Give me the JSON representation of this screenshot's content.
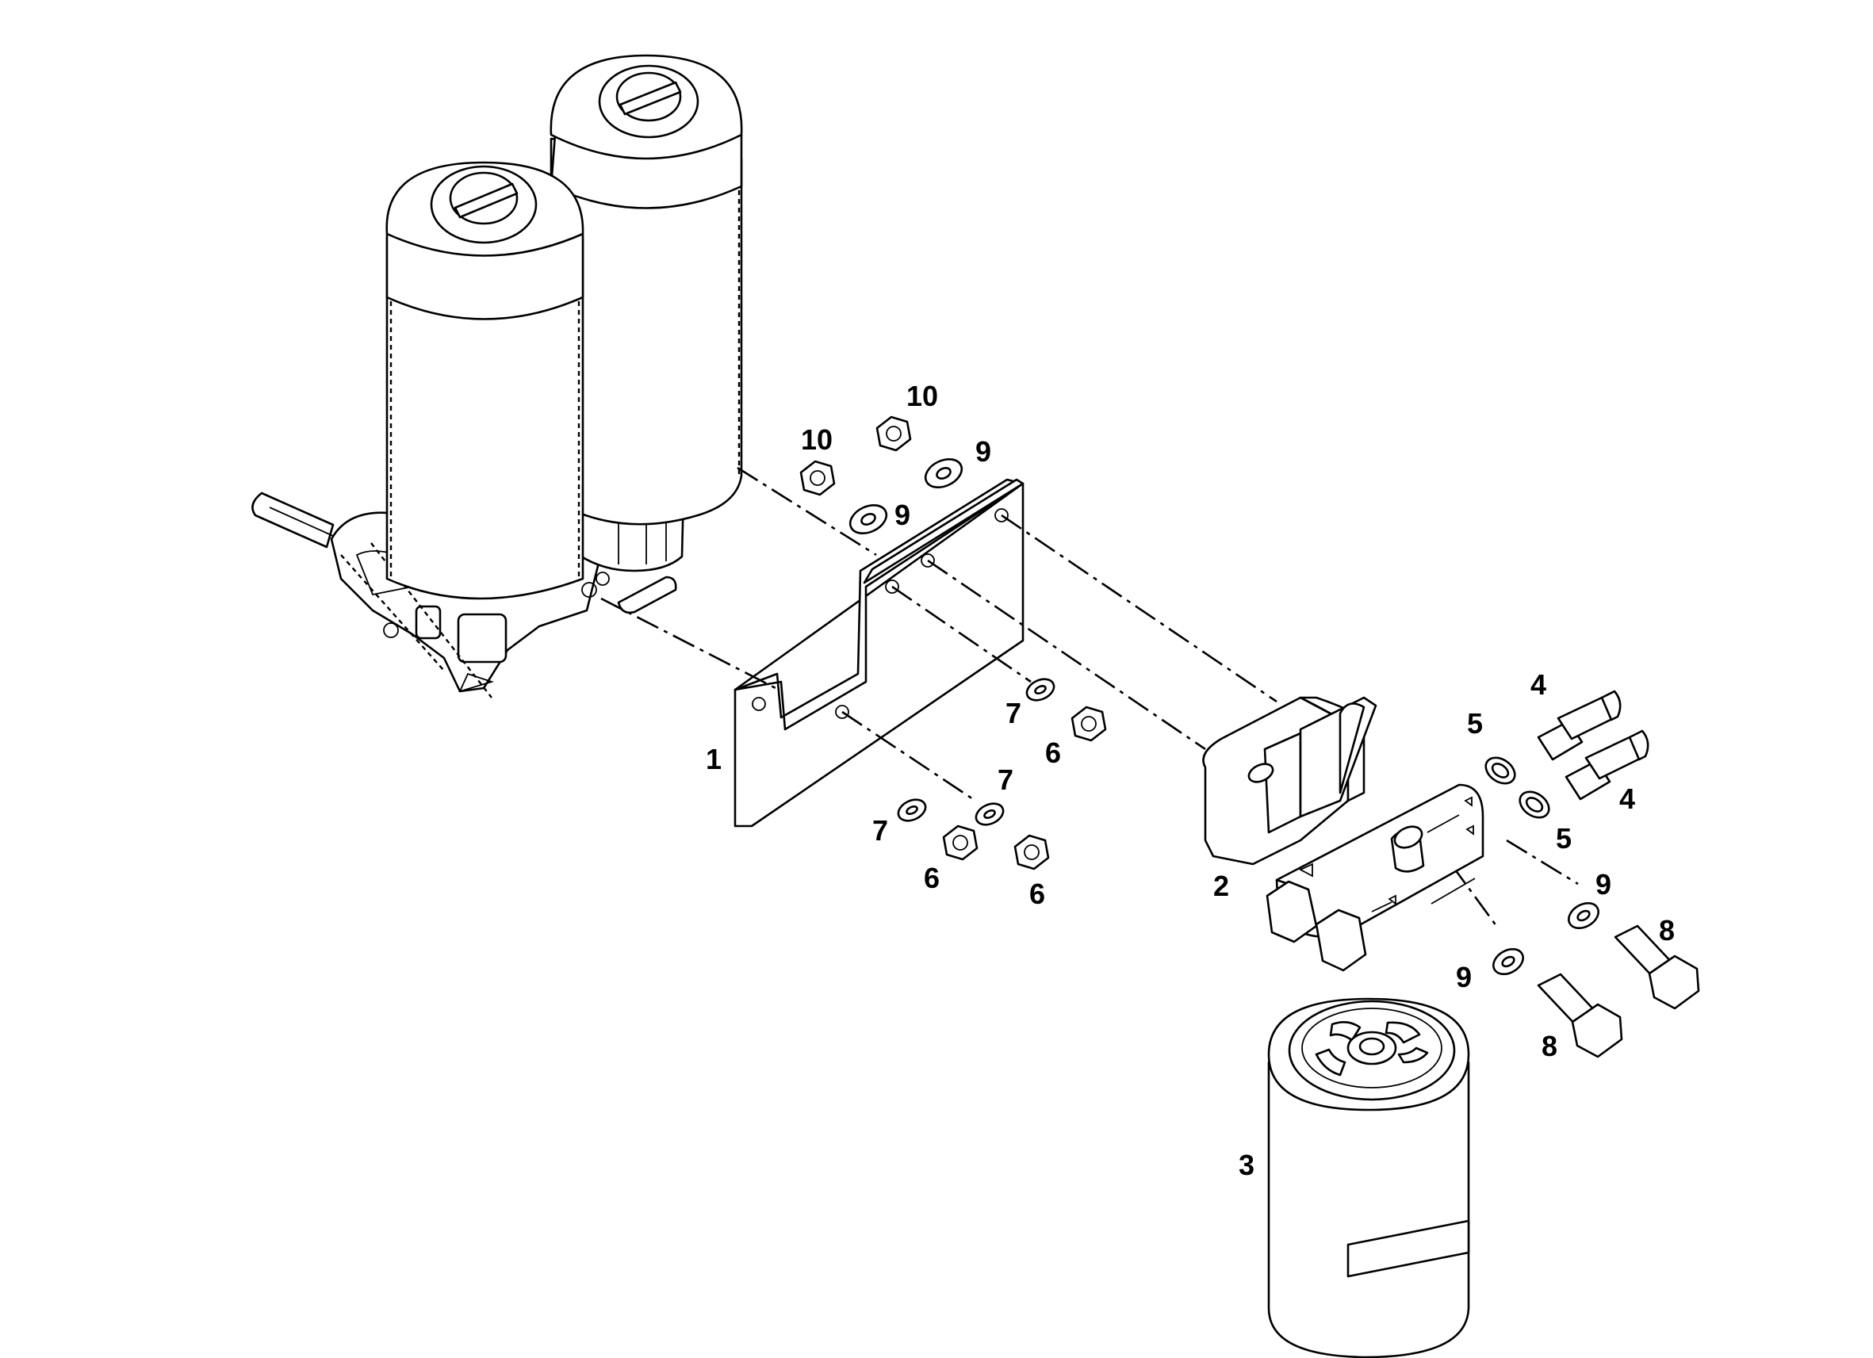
{
  "diagram": {
    "type": "exploded-parts-view",
    "callouts": [
      {
        "id": "c1",
        "text": "1"
      },
      {
        "id": "c2",
        "text": "2"
      },
      {
        "id": "c3",
        "text": "3"
      },
      {
        "id": "c4a",
        "text": "4"
      },
      {
        "id": "c4b",
        "text": "4"
      },
      {
        "id": "c5a",
        "text": "5"
      },
      {
        "id": "c5b",
        "text": "5"
      },
      {
        "id": "c6a",
        "text": "6"
      },
      {
        "id": "c6b",
        "text": "6"
      },
      {
        "id": "c6c",
        "text": "6"
      },
      {
        "id": "c7a",
        "text": "7"
      },
      {
        "id": "c7b",
        "text": "7"
      },
      {
        "id": "c7c",
        "text": "7"
      },
      {
        "id": "c8a",
        "text": "8"
      },
      {
        "id": "c8b",
        "text": "8"
      },
      {
        "id": "c9a",
        "text": "9"
      },
      {
        "id": "c9b",
        "text": "9"
      },
      {
        "id": "c9c",
        "text": "9"
      },
      {
        "id": "c9d",
        "text": "9"
      },
      {
        "id": "c10a",
        "text": "10"
      },
      {
        "id": "c10b",
        "text": "10"
      }
    ]
  }
}
